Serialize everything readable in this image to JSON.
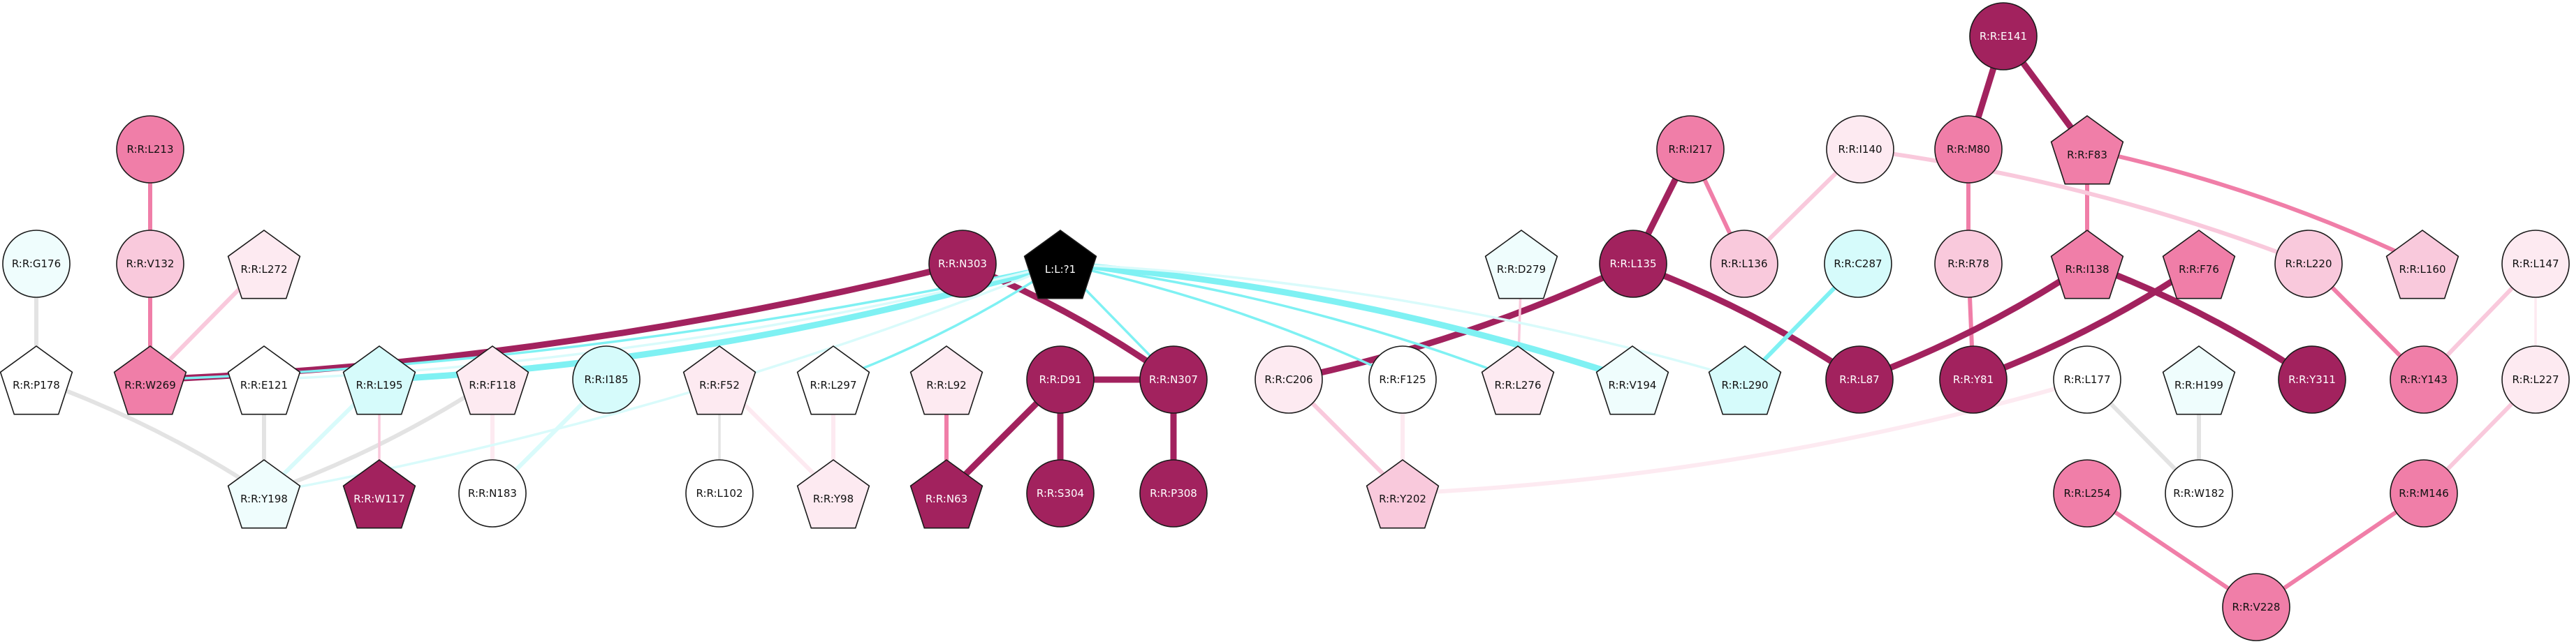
{
  "colors": {
    "dark": "#a2225e",
    "mid": "#f07ea8",
    "light": "#f9c9dc",
    "pale": "#fdeaf1",
    "white": "#ffffff",
    "cyanPale": "#effdfd",
    "cyanLight": "#d6fbfb",
    "ligand": "#000000",
    "edgeGrey": "#e3e3e3",
    "edgeCyan": "#7ff1f3",
    "edgeCyanFaint": "#d9fbfb"
  },
  "nodes": [
    {
      "id": "E141",
      "label": "R:R:E141",
      "shape": "circle",
      "fill": "dark"
    },
    {
      "id": "L213",
      "label": "R:R:L213",
      "shape": "circle",
      "fill": "mid"
    },
    {
      "id": "I217",
      "label": "R:R:I217",
      "shape": "circle",
      "fill": "mid"
    },
    {
      "id": "I140",
      "label": "R:R:I140",
      "shape": "circle",
      "fill": "pale"
    },
    {
      "id": "M80",
      "label": "R:R:M80",
      "shape": "circle",
      "fill": "mid"
    },
    {
      "id": "F83",
      "label": "R:R:F83",
      "shape": "pentagon",
      "fill": "mid"
    },
    {
      "id": "G176",
      "label": "R:R:G176",
      "shape": "circle",
      "fill": "cyanPale"
    },
    {
      "id": "V132",
      "label": "R:R:V132",
      "shape": "circle",
      "fill": "light"
    },
    {
      "id": "L272",
      "label": "R:R:L272",
      "shape": "pentagon",
      "fill": "pale"
    },
    {
      "id": "N303",
      "label": "R:R:N303",
      "shape": "circle",
      "fill": "dark"
    },
    {
      "id": "LIG",
      "label": "L:L:?1",
      "shape": "pentagon",
      "fill": "ligand"
    },
    {
      "id": "D279",
      "label": "R:R:D279",
      "shape": "pentagon",
      "fill": "cyanPale"
    },
    {
      "id": "L135",
      "label": "R:R:L135",
      "shape": "circle",
      "fill": "dark"
    },
    {
      "id": "L136",
      "label": "R:R:L136",
      "shape": "circle",
      "fill": "light"
    },
    {
      "id": "C287",
      "label": "R:R:C287",
      "shape": "circle",
      "fill": "cyanLight"
    },
    {
      "id": "R78",
      "label": "R:R:R78",
      "shape": "circle",
      "fill": "light"
    },
    {
      "id": "I138",
      "label": "R:R:I138",
      "shape": "pentagon",
      "fill": "mid"
    },
    {
      "id": "F76",
      "label": "R:R:F76",
      "shape": "pentagon",
      "fill": "mid"
    },
    {
      "id": "L220",
      "label": "R:R:L220",
      "shape": "circle",
      "fill": "light"
    },
    {
      "id": "L160",
      "label": "R:R:L160",
      "shape": "pentagon",
      "fill": "light"
    },
    {
      "id": "L147",
      "label": "R:R:L147",
      "shape": "circle",
      "fill": "pale"
    },
    {
      "id": "P178",
      "label": "R:R:P178",
      "shape": "pentagon",
      "fill": "white"
    },
    {
      "id": "W269",
      "label": "R:R:W269",
      "shape": "pentagon",
      "fill": "mid"
    },
    {
      "id": "E121",
      "label": "R:R:E121",
      "shape": "pentagon",
      "fill": "white"
    },
    {
      "id": "L195",
      "label": "R:R:L195",
      "shape": "pentagon",
      "fill": "cyanLight"
    },
    {
      "id": "F118",
      "label": "R:R:F118",
      "shape": "pentagon",
      "fill": "pale"
    },
    {
      "id": "I185",
      "label": "R:R:I185",
      "shape": "circle",
      "fill": "cyanLight"
    },
    {
      "id": "F52",
      "label": "R:R:F52",
      "shape": "pentagon",
      "fill": "pale"
    },
    {
      "id": "L297",
      "label": "R:R:L297",
      "shape": "pentagon",
      "fill": "white"
    },
    {
      "id": "L92",
      "label": "R:R:L92",
      "shape": "pentagon",
      "fill": "pale"
    },
    {
      "id": "D91",
      "label": "R:R:D91",
      "shape": "circle",
      "fill": "dark"
    },
    {
      "id": "N307",
      "label": "R:R:N307",
      "shape": "circle",
      "fill": "dark"
    },
    {
      "id": "C206",
      "label": "R:R:C206",
      "shape": "circle",
      "fill": "pale"
    },
    {
      "id": "F125",
      "label": "R:R:F125",
      "shape": "circle",
      "fill": "white"
    },
    {
      "id": "L276",
      "label": "R:R:L276",
      "shape": "pentagon",
      "fill": "pale"
    },
    {
      "id": "V194",
      "label": "R:R:V194",
      "shape": "pentagon",
      "fill": "cyanPale"
    },
    {
      "id": "L290",
      "label": "R:R:L290",
      "shape": "pentagon",
      "fill": "cyanLight"
    },
    {
      "id": "L87",
      "label": "R:R:L87",
      "shape": "circle",
      "fill": "dark"
    },
    {
      "id": "Y81",
      "label": "R:R:Y81",
      "shape": "circle",
      "fill": "dark"
    },
    {
      "id": "Y311",
      "label": "R:R:Y311",
      "shape": "circle",
      "fill": "dark"
    },
    {
      "id": "Y143",
      "label": "R:R:Y143",
      "shape": "circle",
      "fill": "mid"
    },
    {
      "id": "L177",
      "label": "R:R:L177",
      "shape": "circle",
      "fill": "white"
    },
    {
      "id": "H199",
      "label": "R:R:H199",
      "shape": "pentagon",
      "fill": "cyanPale"
    },
    {
      "id": "L227",
      "label": "R:R:L227",
      "shape": "circle",
      "fill": "pale"
    },
    {
      "id": "Y198",
      "label": "R:R:Y198",
      "shape": "pentagon",
      "fill": "cyanPale"
    },
    {
      "id": "W117",
      "label": "R:R:W117",
      "shape": "pentagon",
      "fill": "dark"
    },
    {
      "id": "N183",
      "label": "R:R:N183",
      "shape": "circle",
      "fill": "white"
    },
    {
      "id": "L102",
      "label": "R:R:L102",
      "shape": "circle",
      "fill": "white"
    },
    {
      "id": "Y98",
      "label": "R:R:Y98",
      "shape": "pentagon",
      "fill": "pale"
    },
    {
      "id": "N63",
      "label": "R:R:N63",
      "shape": "pentagon",
      "fill": "dark"
    },
    {
      "id": "S304",
      "label": "R:R:S304",
      "shape": "circle",
      "fill": "dark"
    },
    {
      "id": "P308",
      "label": "R:R:P308",
      "shape": "circle",
      "fill": "dark"
    },
    {
      "id": "Y202",
      "label": "R:R:Y202",
      "shape": "pentagon",
      "fill": "light"
    },
    {
      "id": "L254",
      "label": "R:R:L254",
      "shape": "circle",
      "fill": "mid"
    },
    {
      "id": "W182",
      "label": "R:R:W182",
      "shape": "circle",
      "fill": "white"
    },
    {
      "id": "M146",
      "label": "R:R:M146",
      "shape": "circle",
      "fill": "mid"
    },
    {
      "id": "V228",
      "label": "R:R:V228",
      "shape": "circle",
      "fill": "mid"
    }
  ],
  "edges": [
    {
      "from": "E141",
      "to": "M80",
      "color": "dark",
      "weight": "heavy"
    },
    {
      "from": "E141",
      "to": "F83",
      "color": "dark",
      "weight": "heavy"
    },
    {
      "from": "M80",
      "to": "R78",
      "color": "mid",
      "weight": "medium"
    },
    {
      "from": "F83",
      "to": "I138",
      "color": "mid",
      "weight": "medium"
    },
    {
      "from": "F83",
      "to": "L160",
      "color": "mid",
      "weight": "medium"
    },
    {
      "from": "I140",
      "to": "L136",
      "color": "light",
      "weight": "medium"
    },
    {
      "from": "I140",
      "to": "L220",
      "color": "light",
      "weight": "medium"
    },
    {
      "from": "I217",
      "to": "L135",
      "color": "dark",
      "weight": "heavy"
    },
    {
      "from": "I217",
      "to": "L136",
      "color": "mid",
      "weight": "medium"
    },
    {
      "from": "L135",
      "to": "L87",
      "color": "dark",
      "weight": "heavy"
    },
    {
      "from": "L135",
      "to": "C206",
      "color": "dark",
      "weight": "heavy"
    },
    {
      "from": "R78",
      "to": "Y81",
      "color": "mid",
      "weight": "medium"
    },
    {
      "from": "I138",
      "to": "L87",
      "color": "dark",
      "weight": "heavy"
    },
    {
      "from": "I138",
      "to": "Y311",
      "color": "dark",
      "weight": "heavy"
    },
    {
      "from": "F76",
      "to": "Y81",
      "color": "dark",
      "weight": "heavy"
    },
    {
      "from": "L220",
      "to": "Y143",
      "color": "mid",
      "weight": "medium"
    },
    {
      "from": "L147",
      "to": "Y143",
      "color": "light",
      "weight": "medium"
    },
    {
      "from": "L147",
      "to": "L227",
      "color": "pale",
      "weight": "thin"
    },
    {
      "from": "L227",
      "to": "M146",
      "color": "light",
      "weight": "medium"
    },
    {
      "from": "M146",
      "to": "V228",
      "color": "mid",
      "weight": "medium"
    },
    {
      "from": "L254",
      "to": "V228",
      "color": "mid",
      "weight": "medium"
    },
    {
      "from": "H199",
      "to": "W182",
      "color": "edgeGrey",
      "weight": "medium"
    },
    {
      "from": "L177",
      "to": "W182",
      "color": "edgeGrey",
      "weight": "medium"
    },
    {
      "from": "L177",
      "to": "Y202",
      "color": "pale",
      "weight": "medium"
    },
    {
      "from": "C287",
      "to": "L290",
      "color": "edgeCyan",
      "weight": "medium"
    },
    {
      "from": "D279",
      "to": "L276",
      "color": "light",
      "weight": "thin"
    },
    {
      "from": "L213",
      "to": "V132",
      "color": "mid",
      "weight": "medium"
    },
    {
      "from": "V132",
      "to": "W269",
      "color": "mid",
      "weight": "medium"
    },
    {
      "from": "L272",
      "to": "W269",
      "color": "light",
      "weight": "medium"
    },
    {
      "from": "N303",
      "to": "W269",
      "color": "dark",
      "weight": "heavy"
    },
    {
      "from": "N303",
      "to": "N307",
      "color": "dark",
      "weight": "heavy"
    },
    {
      "from": "N307",
      "to": "P308",
      "color": "dark",
      "weight": "heavy"
    },
    {
      "from": "D91",
      "to": "N307",
      "color": "dark",
      "weight": "heavy"
    },
    {
      "from": "D91",
      "to": "N63",
      "color": "dark",
      "weight": "heavy"
    },
    {
      "from": "D91",
      "to": "S304",
      "color": "dark",
      "weight": "heavy"
    },
    {
      "from": "L92",
      "to": "N63",
      "color": "mid",
      "weight": "medium"
    },
    {
      "from": "G176",
      "to": "P178",
      "color": "edgeGrey",
      "weight": "medium"
    },
    {
      "from": "P178",
      "to": "Y198",
      "color": "edgeGrey",
      "weight": "medium"
    },
    {
      "from": "E121",
      "to": "Y198",
      "color": "edgeGrey",
      "weight": "medium"
    },
    {
      "from": "F118",
      "to": "Y198",
      "color": "edgeGrey",
      "weight": "medium"
    },
    {
      "from": "L195",
      "to": "Y198",
      "color": "edgeCyanFaint",
      "weight": "medium"
    },
    {
      "from": "L195",
      "to": "W117",
      "color": "light",
      "weight": "thin"
    },
    {
      "from": "F118",
      "to": "N183",
      "color": "pale",
      "weight": "medium"
    },
    {
      "from": "I185",
      "to": "N183",
      "color": "edgeCyanFaint",
      "weight": "medium"
    },
    {
      "from": "F52",
      "to": "L102",
      "color": "edgeGrey",
      "weight": "thin"
    },
    {
      "from": "F52",
      "to": "Y98",
      "color": "pale",
      "weight": "medium"
    },
    {
      "from": "L297",
      "to": "Y98",
      "color": "pale",
      "weight": "medium"
    },
    {
      "from": "C206",
      "to": "Y202",
      "color": "light",
      "weight": "medium"
    },
    {
      "from": "F125",
      "to": "Y202",
      "color": "pale",
      "weight": "medium"
    },
    {
      "from": "LIG",
      "to": "L195",
      "color": "edgeCyan",
      "weight": "heavy"
    },
    {
      "from": "LIG",
      "to": "W269",
      "color": "edgeCyan",
      "weight": "thin"
    },
    {
      "from": "LIG",
      "to": "E121",
      "color": "edgeCyanFaint",
      "weight": "thin"
    },
    {
      "from": "LIG",
      "to": "L297",
      "color": "edgeCyan",
      "weight": "thin"
    },
    {
      "from": "LIG",
      "to": "N307",
      "color": "edgeCyan",
      "weight": "thin"
    },
    {
      "from": "LIG",
      "to": "F125",
      "color": "edgeCyan",
      "weight": "thin"
    },
    {
      "from": "LIG",
      "to": "L276",
      "color": "edgeCyan",
      "weight": "thin"
    },
    {
      "from": "LIG",
      "to": "V194",
      "color": "edgeCyan",
      "weight": "heavy"
    },
    {
      "from": "LIG",
      "to": "L290",
      "color": "edgeCyanFaint",
      "weight": "thin"
    },
    {
      "from": "LIG",
      "to": "Y198",
      "color": "edgeCyanFaint",
      "weight": "thin"
    }
  ]
}
